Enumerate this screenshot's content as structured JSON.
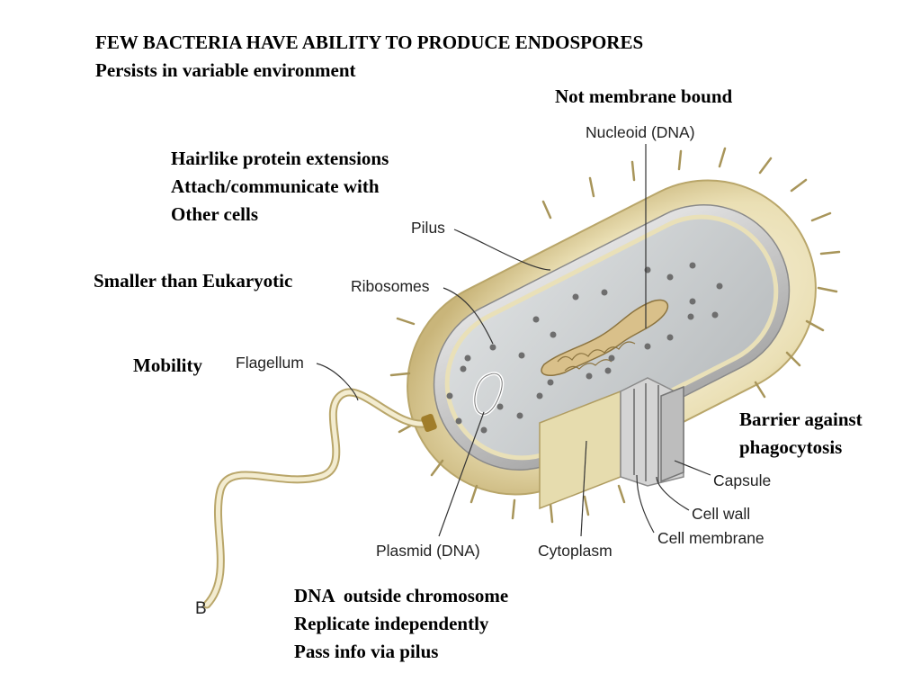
{
  "heading": {
    "line1": "FEW BACTERIA HAVE ABILITY TO PRODUCE ENDOSPORES",
    "line2": "Persists in variable environment"
  },
  "notes": {
    "nucleoid": "Not membrane bound",
    "pilus": [
      "Hairlike protein extensions",
      "Attach/communicate with",
      "Other cells"
    ],
    "ribosomes": "Smaller than Eukaryotic",
    "flagellum": "Mobility",
    "capsule": [
      "Barrier against",
      "phagocytosis"
    ],
    "plasmid": [
      "DNA  outside chromosome",
      "Replicate independently",
      "Pass info via pilus"
    ]
  },
  "labels": {
    "nucleoid": "Nucleoid (DNA)",
    "pilus": "Pilus",
    "ribosomes": "Ribosomes",
    "flagellum": "Flagellum",
    "capsule": "Capsule",
    "cell_wall": "Cell wall",
    "cell_membrane": "Cell membrane",
    "plasmid": "Plasmid (DNA)",
    "cytoplasm": "Cytoplasm",
    "panel_letter": "B"
  },
  "colors": {
    "capsule": "#e8dcae",
    "capsule_edge": "#b9a66a",
    "cell_wall": "#c9c9c9",
    "cytoplasm": "#cfd2d3",
    "nucleoid": "#d9c08a",
    "ribosome": "#6e6e6e"
  }
}
